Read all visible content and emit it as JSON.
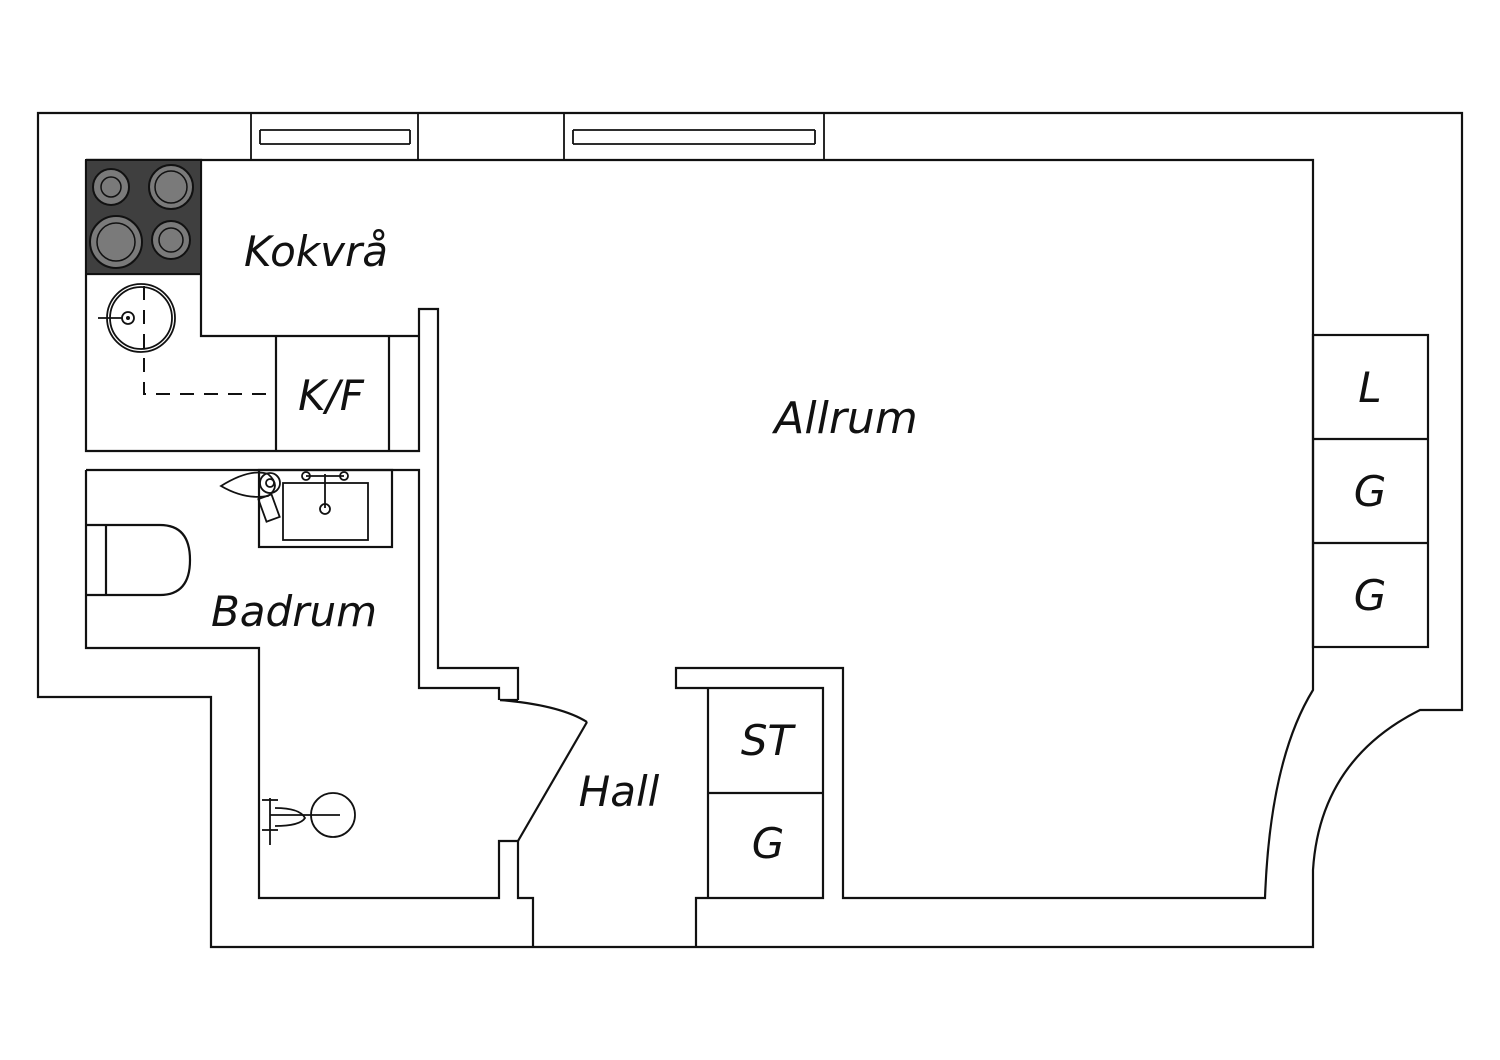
{
  "rooms": {
    "kokvra": "Kokvrå",
    "allrum": "Allrum",
    "badrum": "Badrum",
    "hall": "Hall"
  },
  "fixtures": {
    "kf": "K/F",
    "st": "ST",
    "l": "L",
    "g_right_1": "G",
    "g_right_2": "G",
    "g_hall": "G"
  },
  "colors": {
    "stove": "#3f3f3f",
    "burner": "#7a7a7a",
    "line": "#111111"
  }
}
